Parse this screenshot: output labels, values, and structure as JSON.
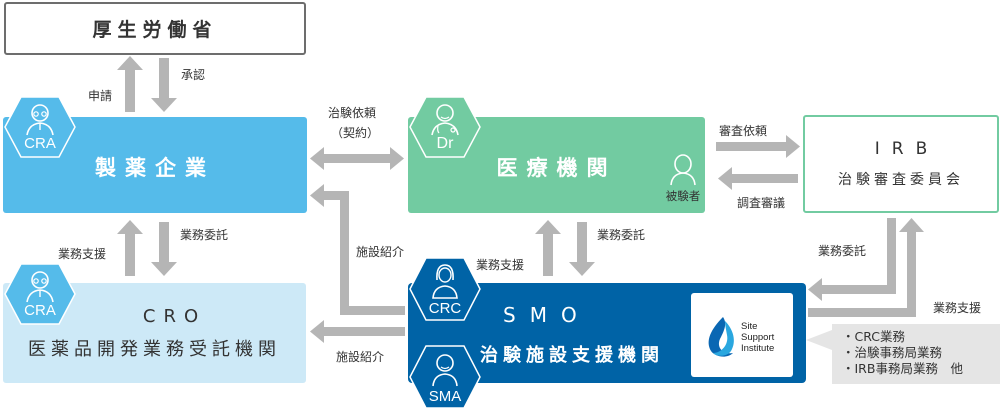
{
  "diagram": {
    "mhlw": {
      "label": "厚生労働省"
    },
    "pharma": {
      "label": "製薬企業",
      "role_badge": "CRA"
    },
    "hospital": {
      "label": "医療機関",
      "role_badge": "Dr",
      "subject_label": "被験者"
    },
    "irb": {
      "title": "IRB",
      "subtitle": "治験審査委員会"
    },
    "cro": {
      "title": "CRO",
      "subtitle": "医薬品開発業務受託機関",
      "role_badge": "CRA"
    },
    "smo": {
      "title": "SMO",
      "subtitle": "治験施設支援機関",
      "role_badges": [
        "CRC",
        "SMA"
      ],
      "logo": {
        "lines": [
          "Site",
          "Support",
          "Institute"
        ]
      }
    },
    "callout": {
      "items": [
        "・CRC業務",
        "・治験事務局業務",
        "・IRB事務局業務　他"
      ]
    },
    "arrow_labels": {
      "application": "申請",
      "approval": "承認",
      "trial_request_1": "治験依頼",
      "trial_request_2": "（契約）",
      "review_request": "審査依頼",
      "investigation": "調査審議",
      "pharma_cro_support": "業務支援",
      "pharma_cro_outsource": "業務委託",
      "facility_intro_upper": "施設紹介",
      "facility_intro_lower": "施設紹介",
      "hosp_smo_support": "業務支援",
      "hosp_smo_outsource": "業務委託",
      "irb_smo_outsource": "業務委託",
      "irb_smo_support": "業務支援"
    }
  },
  "colors": {
    "pharma": "#55bbea",
    "hospital": "#72cba1",
    "cro": "#cde9f7",
    "smo": "#0063a6",
    "arrow": "#b5b5b5",
    "callout": "#e5e5e5"
  }
}
